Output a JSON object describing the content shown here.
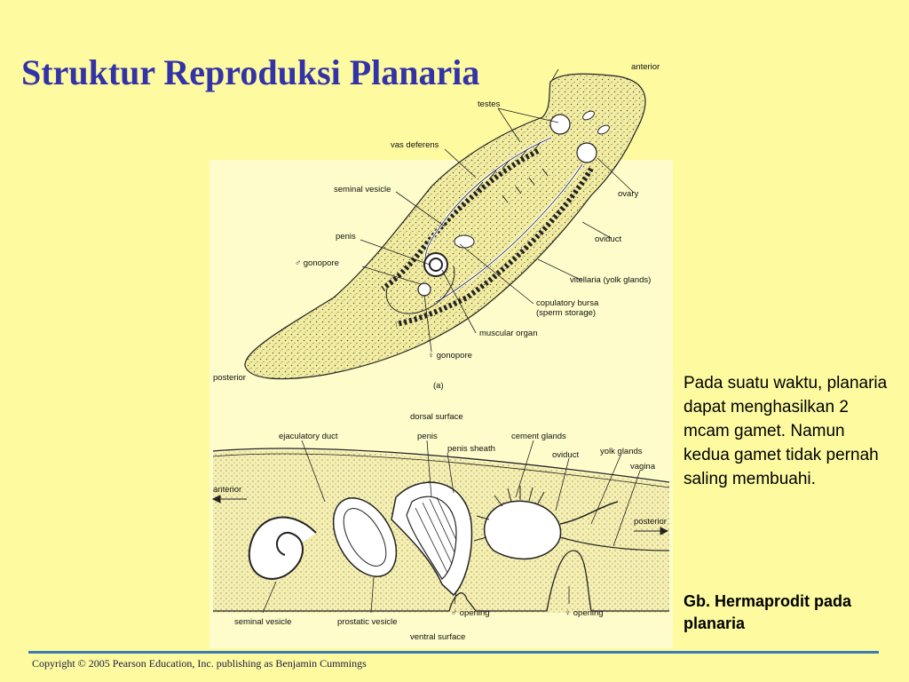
{
  "slide": {
    "title": "Struktur Reproduksi Planaria",
    "description": "Pada suatu waktu, planaria dapat menghasilkan 2 mcam gamet. Namun kedua gamet tidak pernah saling membuahi.",
    "caption": "Gb. Hermaprodit pada planaria",
    "copyright": "Copyright © 2005 Pearson Education, Inc. publishing as Benjamin Cummings"
  },
  "diagram_a": {
    "label": "(a)",
    "parts": {
      "anterior": "anterior",
      "posterior": "posterior",
      "testes": "testes",
      "vas_deferens": "vas deferens",
      "seminal_vesicle": "seminal vesicle",
      "penis": "penis",
      "male_gonopore": "♂ gonopore",
      "ovary": "ovary",
      "oviduct": "oviduct",
      "vitellaria": "vitellaria (yolk glands)",
      "copulatory_bursa": "copulatory bursa",
      "sperm_storage": "(sperm storage)",
      "muscular_organ": "muscular organ",
      "female_gonopore": "♀ gonopore"
    }
  },
  "diagram_b": {
    "parts": {
      "dorsal_surface": "dorsal surface",
      "ejaculatory_duct": "ejaculatory duct",
      "penis": "penis",
      "penis_sheath": "penis sheath",
      "cement_glands": "cement glands",
      "oviduct": "oviduct",
      "yolk_glands": "yolk glands",
      "vagina": "vagina",
      "anterior": "anterior",
      "posterior": "posterior",
      "seminal_vesicle": "seminal vesicle",
      "prostatic_vesicle": "prostatic vesicle",
      "male_opening": "♂ opening",
      "female_opening": "♀ opening",
      "ventral_surface": "ventral surface"
    }
  },
  "colors": {
    "background": "#fdfaa0",
    "title": "#3333a8",
    "footer_line": "#3a7db5",
    "figure_background": "#fefee6",
    "body_fill": "#f3eda0"
  }
}
